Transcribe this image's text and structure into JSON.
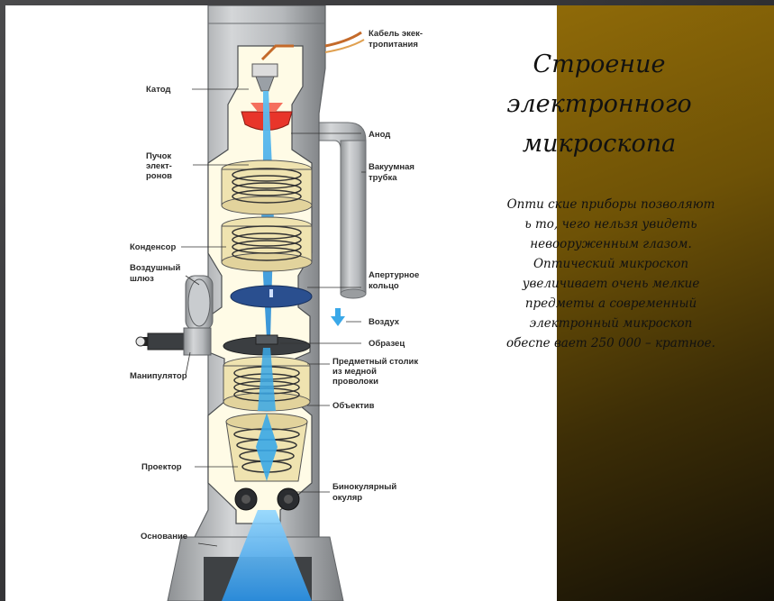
{
  "diagram": {
    "labels": {
      "cable": [
        "Кабель экек-",
        "тропитания"
      ],
      "cathode": "Катод",
      "anode": "Анод",
      "beam": [
        "Пучок",
        "элект-",
        "ронов"
      ],
      "vacuum_tube": [
        "Вакуумная",
        "трубка"
      ],
      "condenser": "Конденсор",
      "airlock": [
        "Воздушный",
        "шлюз"
      ],
      "aperture": [
        "Апертурное",
        "кольцо"
      ],
      "air": "Воздух",
      "sample": "Образец",
      "manipulator": "Манипулятор",
      "stage": [
        "Предметный столик",
        "из медной",
        "проволоки"
      ],
      "objective": "Объектив",
      "projector": "Проектор",
      "eyepiece": [
        "Бинокулярный",
        "окуляр"
      ],
      "base": "Основание"
    }
  },
  "slide": {
    "title_lines": [
      "Строение",
      "электронного",
      "микроскопа"
    ],
    "body_lines": [
      "Опти  ские приборы позволяют",
      "ь то, чего нельзя увидеть",
      "невооруженным глазом.",
      "Оптический микроскоп",
      "увеличивает очень мелкие",
      "предметы а современный",
      "электронный микроскоп",
      "обеспе  вает 250 000 – кратное."
    ]
  },
  "colors": {
    "beam": "#3aa8e8",
    "anode": "#e8352a",
    "accent_gold": "#8f6a08"
  }
}
